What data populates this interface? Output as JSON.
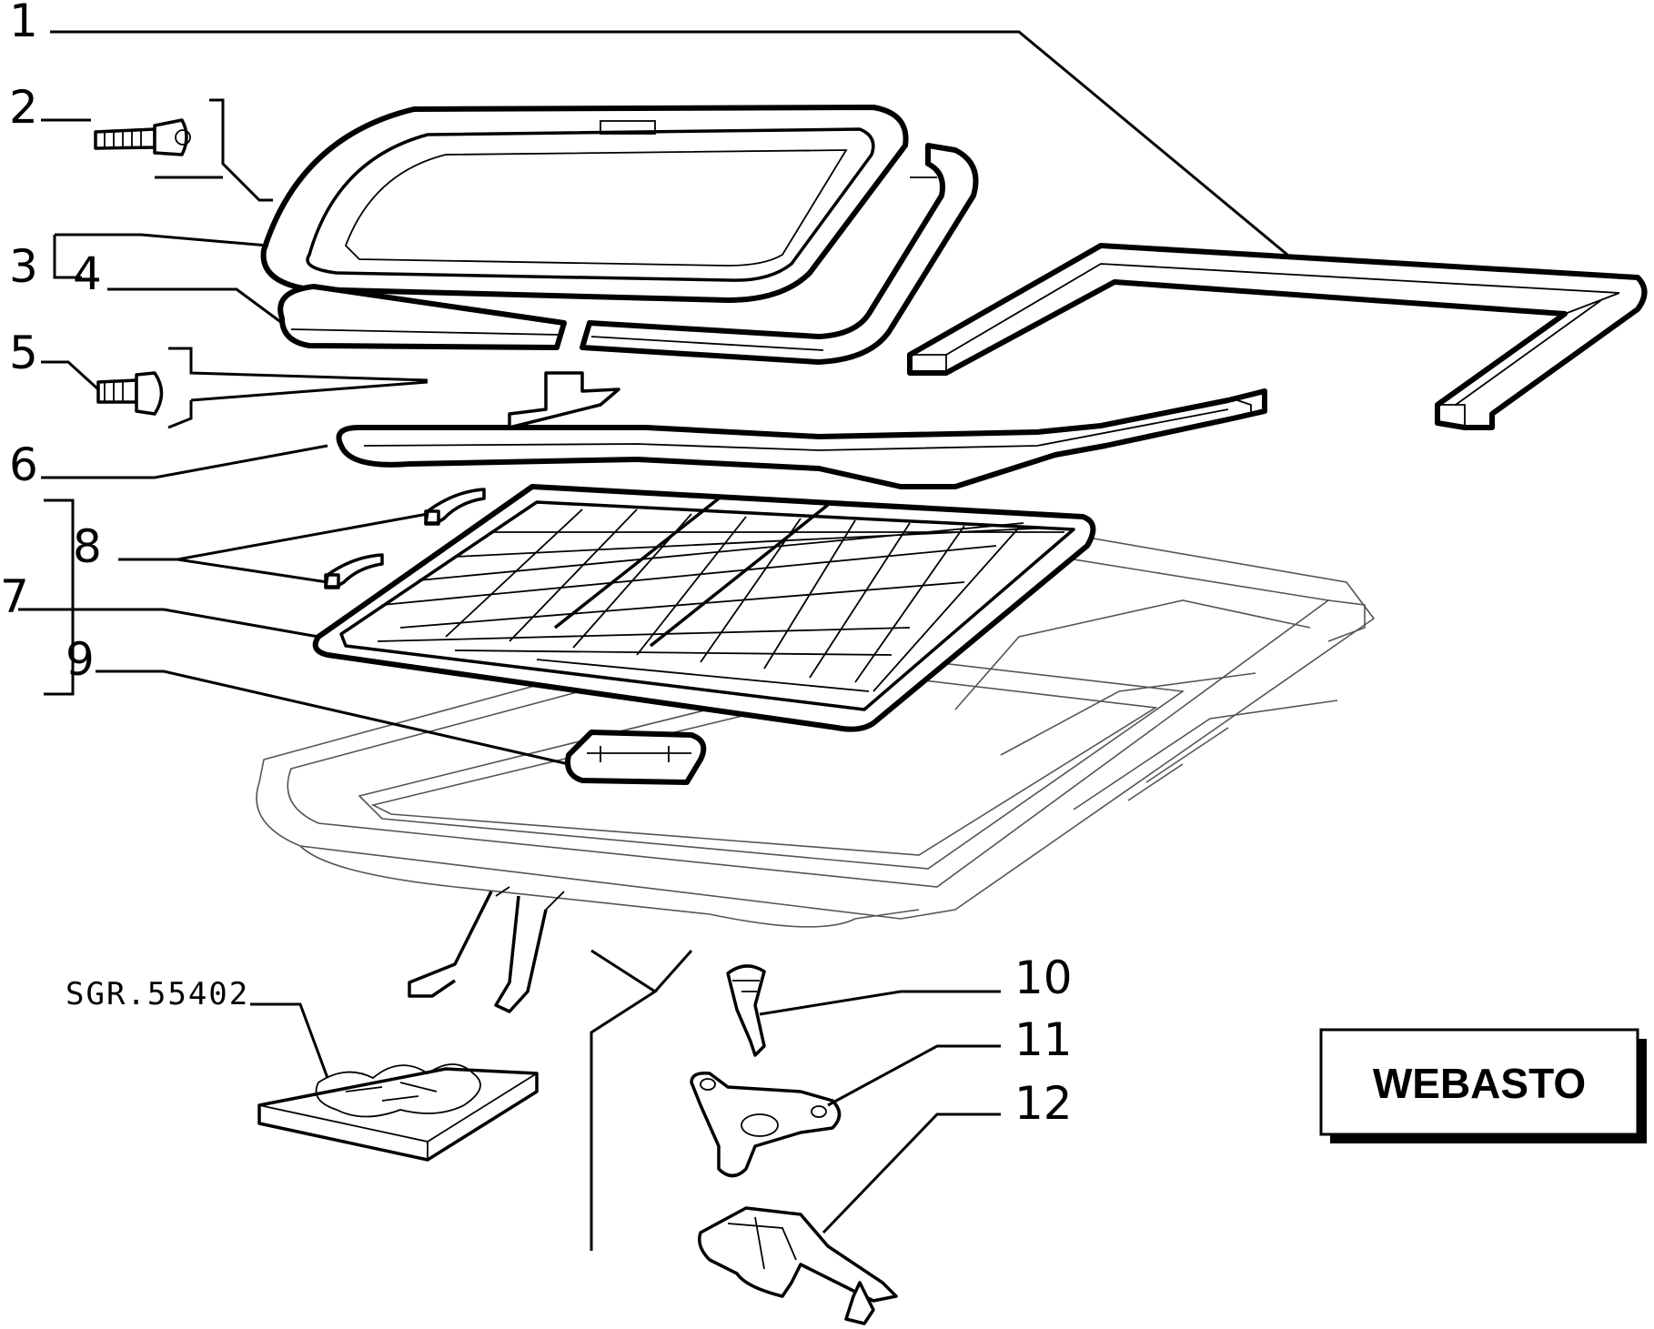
{
  "callouts": [
    "1",
    "2",
    "3",
    "4",
    "5",
    "6",
    "7",
    "8",
    "9",
    "10",
    "11",
    "12"
  ],
  "reference_code": "SGR.55402",
  "brand_box": {
    "label": "WEBASTO"
  }
}
